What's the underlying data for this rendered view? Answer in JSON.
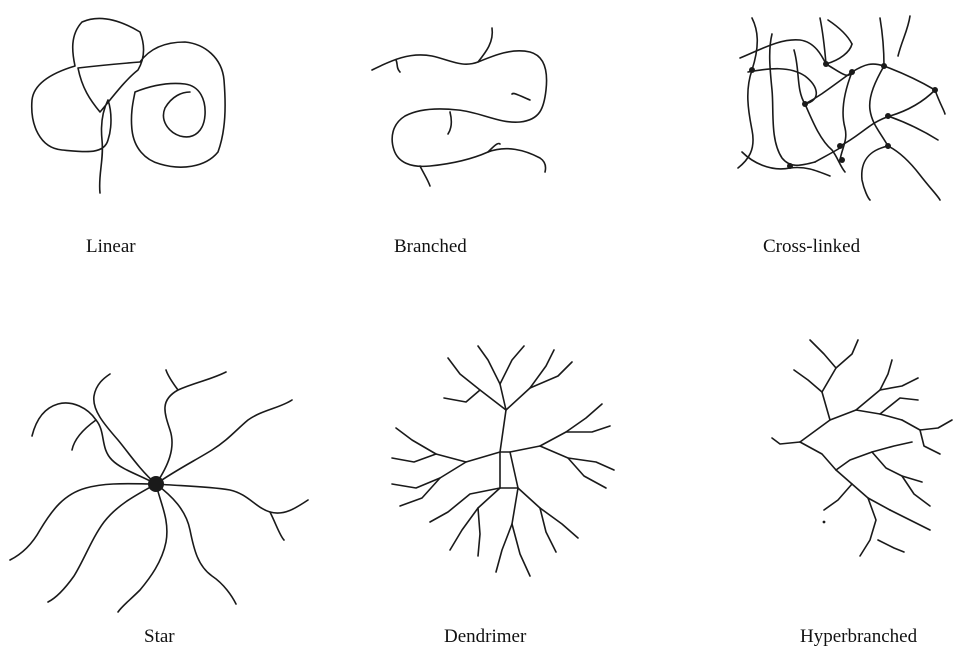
{
  "labels": {
    "linear": "Linear",
    "branched": "Branched",
    "crosslinked": "Cross-linked",
    "star": "Star",
    "dendrimer": "Dendrimer",
    "hyperbranched": "Hyperbranched"
  }
}
